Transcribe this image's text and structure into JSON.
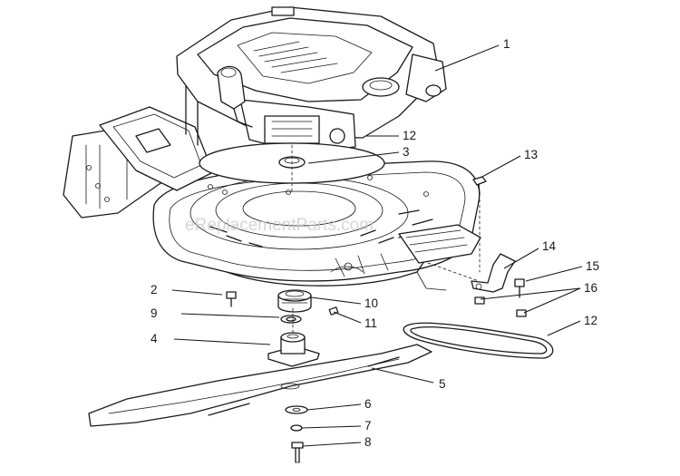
{
  "watermark": "eReplacementParts.com",
  "callouts": [
    {
      "id": "c1",
      "label": "1"
    },
    {
      "id": "c12a",
      "label": "12"
    },
    {
      "id": "c3",
      "label": "3"
    },
    {
      "id": "c13",
      "label": "13"
    },
    {
      "id": "c14",
      "label": "14"
    },
    {
      "id": "c15",
      "label": "15"
    },
    {
      "id": "c16",
      "label": "16"
    },
    {
      "id": "c12b",
      "label": "12"
    },
    {
      "id": "c2",
      "label": "2"
    },
    {
      "id": "c10",
      "label": "10"
    },
    {
      "id": "c9",
      "label": "9"
    },
    {
      "id": "c11",
      "label": "11"
    },
    {
      "id": "c4",
      "label": "4"
    },
    {
      "id": "c5",
      "label": "5"
    },
    {
      "id": "c6",
      "label": "6"
    },
    {
      "id": "c7",
      "label": "7"
    },
    {
      "id": "c8",
      "label": "8"
    }
  ]
}
